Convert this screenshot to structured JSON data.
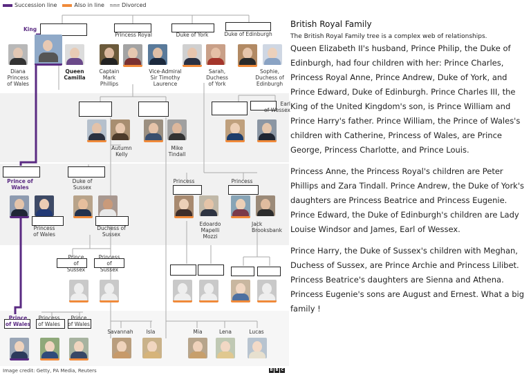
{
  "legend": {
    "succession": "Succession line",
    "also": "Also in line",
    "divorced": "Divorced"
  },
  "labels": {
    "king": "King",
    "princess_royal": "Princess Royal",
    "duke_of_york": "Duke of York",
    "duke_of_edinburgh": "Duke of Edinburgh",
    "diana": "Diana\nPrincess\nof Wales",
    "queen": "Queen\nCamilla",
    "mark_phillips": "Captain\nMark\nPhillips",
    "tim_laurence": "Vice-Admiral\nSir Timothy\nLaurence",
    "sarah": "Sarah,\nDuchess\nof York",
    "sophie": "Sophie,\nDuchess of\nEdinburgh",
    "earl": "Earl\nof Wessex",
    "autumn": "Autumn\nKelly",
    "mike": "Mike\nTindall",
    "prince_of_wales": "Prince of\nWales",
    "duke_of_sussex": "Duke of\nSussex",
    "princess_left": "Princess",
    "princess_right": "Princess",
    "princess_of_wales": "Princess\nof Wales",
    "duchess_of_sussex": "Duchess of\nSussex",
    "edoardo": "Edoardo\nMapelli\nMozzi",
    "jack": "Jack\nBrooksbank",
    "prince_sussex": "Prince\nof\nSussex",
    "princess_sussex": "Princess\nof\nSussex",
    "prince_of_wales_child": "Prince\nof Wales",
    "princess_of_wales_child": "Princess\nof Wales",
    "prince_of_wales_child2": "Prince\nof Wales",
    "savannah": "Savannah",
    "isla": "Isla",
    "mia": "Mia",
    "lena": "Lena",
    "lucas": "Lucas"
  },
  "credit": "Image credit: Getty, PA Media, Reuters",
  "bbc": [
    "B",
    "B",
    "C"
  ],
  "article": {
    "title": "British Royal Family",
    "subtitle": "The British Royal Family tree is a complex web of relationships.",
    "p1": "Queen Elizabeth II's husband, Prince Philip, the Duke of Edinburgh, had four children with her: Prince Charles, Princess Royal Anne, Prince Andrew, Duke of York, and Prince Edward, Duke of Edinburgh. Prince Charles III, the King of the United Kingdom's son, is Prince William and Prince Harry's father. Prince William, the Prince of Wales's children with Catherine, Princess of Wales, are Prince George, Princess Charlotte, and Prince Louis.",
    "p2": "Princess Anne, the Princess Royal's children are Peter Phillips and Zara Tindall. Prince Andrew, the Duke of York's daughters are Princess Beatrice and Princess Eugenie. Prince Edward, the Duke of Edinburgh's children are Lady Louise Windsor and James, Earl of Wessex.",
    "p3": "Prince Harry, the Duke of Sussex's children with Meghan, Duchess of Sussex, are Prince Archie and Princess Lilibet. Princess Beatrice's daughters are Sienna and Athena. Princess Eugenie's sons are August and Ernest. What a big family !"
  },
  "colors": {
    "succession": "#5a2a82",
    "also": "#f08a3a",
    "band": "#f1f1f1"
  }
}
